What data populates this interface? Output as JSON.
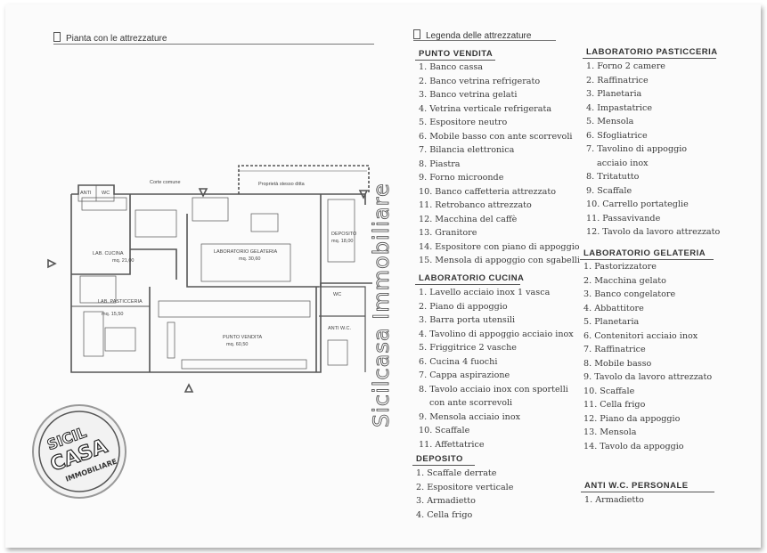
{
  "left_header": "Pianta con le attrezzature",
  "right_header": "Legenda delle attrezzature",
  "watermark": "Sicilcasa Immobiliare",
  "logo": {
    "line1": "SICIL",
    "line2": "CASA",
    "line3": "IMMOBILIARE"
  },
  "plan": {
    "labels": {
      "corte": "Corte comune",
      "proprieta": "Proprietà stesso ditta",
      "anti": "ANTI",
      "wc": "WC",
      "lab_cucina": "LAB. CUCINA",
      "lab_gelateria": "LABORATORIO GELATERIA",
      "deposito": "DEPOSITO",
      "lab_pasticceria": "LAB. PASTICCERIA",
      "punto_vendita": "PUNTO VENDITA",
      "wc2": "WC",
      "anti_wc": "ANTI W.C."
    },
    "areas": {
      "lab_cucina": "mq. 21,00",
      "lab_gelateria": "mq. 30,60",
      "deposito": "mq. 18,00",
      "lab_pasticceria": "mq. 15,50",
      "punto_vendita": "mq. 60,50"
    }
  },
  "sections": {
    "punto_vendita": {
      "title": "PUNTO VENDITA",
      "items": [
        "1. Banco cassa",
        "2. Banco vetrina refrigerato",
        "3. Banco vetrina gelati",
        "4. Vetrina verticale refrigerata",
        "5. Espositore neutro",
        "6. Mobile basso con ante scorrevoli",
        "7. Bilancia elettronica",
        "8. Piastra",
        "9. Forno microonde",
        "10. Banco caffetteria attrezzato",
        "11. Retrobanco attrezzato",
        "12. Macchina del caffè",
        "13. Granitore",
        "14. Espositore con piano di appoggio",
        "15. Mensola di appoggio con sgabelli"
      ]
    },
    "lab_cucina": {
      "title": "LABORATORIO CUCINA",
      "items": [
        "1. Lavello acciaio inox 1 vasca",
        "2. Piano di appoggio",
        "3. Barra porta utensili",
        "4. Tavolino di appoggio acciaio inox",
        "5. Friggitrice 2 vasche",
        "6. Cucina 4 fuochi",
        "7. Cappa aspirazione",
        "8. Tavolo acciaio inox con sportelli",
        "con ante scorrevoli",
        "9. Mensola acciaio inox",
        "10. Scaffale",
        "11. Affettatrice"
      ]
    },
    "deposito": {
      "title": "DEPOSITO",
      "items": [
        "1. Scaffale derrate",
        "2. Espositore verticale",
        "3. Armadietto",
        "4. Cella frigo"
      ]
    },
    "lab_pasticceria": {
      "title": "LABORATORIO PASTICCERIA",
      "items": [
        "1. Forno 2 camere",
        "2. Raffinatrice",
        "3. Planetaria",
        "4. Impastatrice",
        "5. Mensola",
        "6. Sfogliatrice",
        "7. Tavolino di appoggio",
        "acciaio inox",
        "8. Tritatutto",
        "9. Scaffale",
        "10. Carrello portateglie",
        "11. Passavivande",
        "12. Tavolo da lavoro attrezzato"
      ]
    },
    "lab_gelateria": {
      "title": "LABORATORIO GELATERIA",
      "items": [
        "1. Pastorizzatore",
        "2. Macchina gelato",
        "3. Banco congelatore",
        "4. Abbattitore",
        "5. Planetaria",
        "6. Contenitori acciaio inox",
        "7. Raffinatrice",
        "8. Mobile basso",
        "9. Tavolo da lavoro attrezzato",
        "10. Scaffale",
        "11. Cella frigo",
        "12. Piano da appoggio",
        "13. Mensola",
        "14. Tavolo da appoggio"
      ]
    },
    "anti_wc": {
      "title": "ANTI W.C. PERSONALE",
      "items": [
        "1. Armadietto"
      ]
    }
  }
}
